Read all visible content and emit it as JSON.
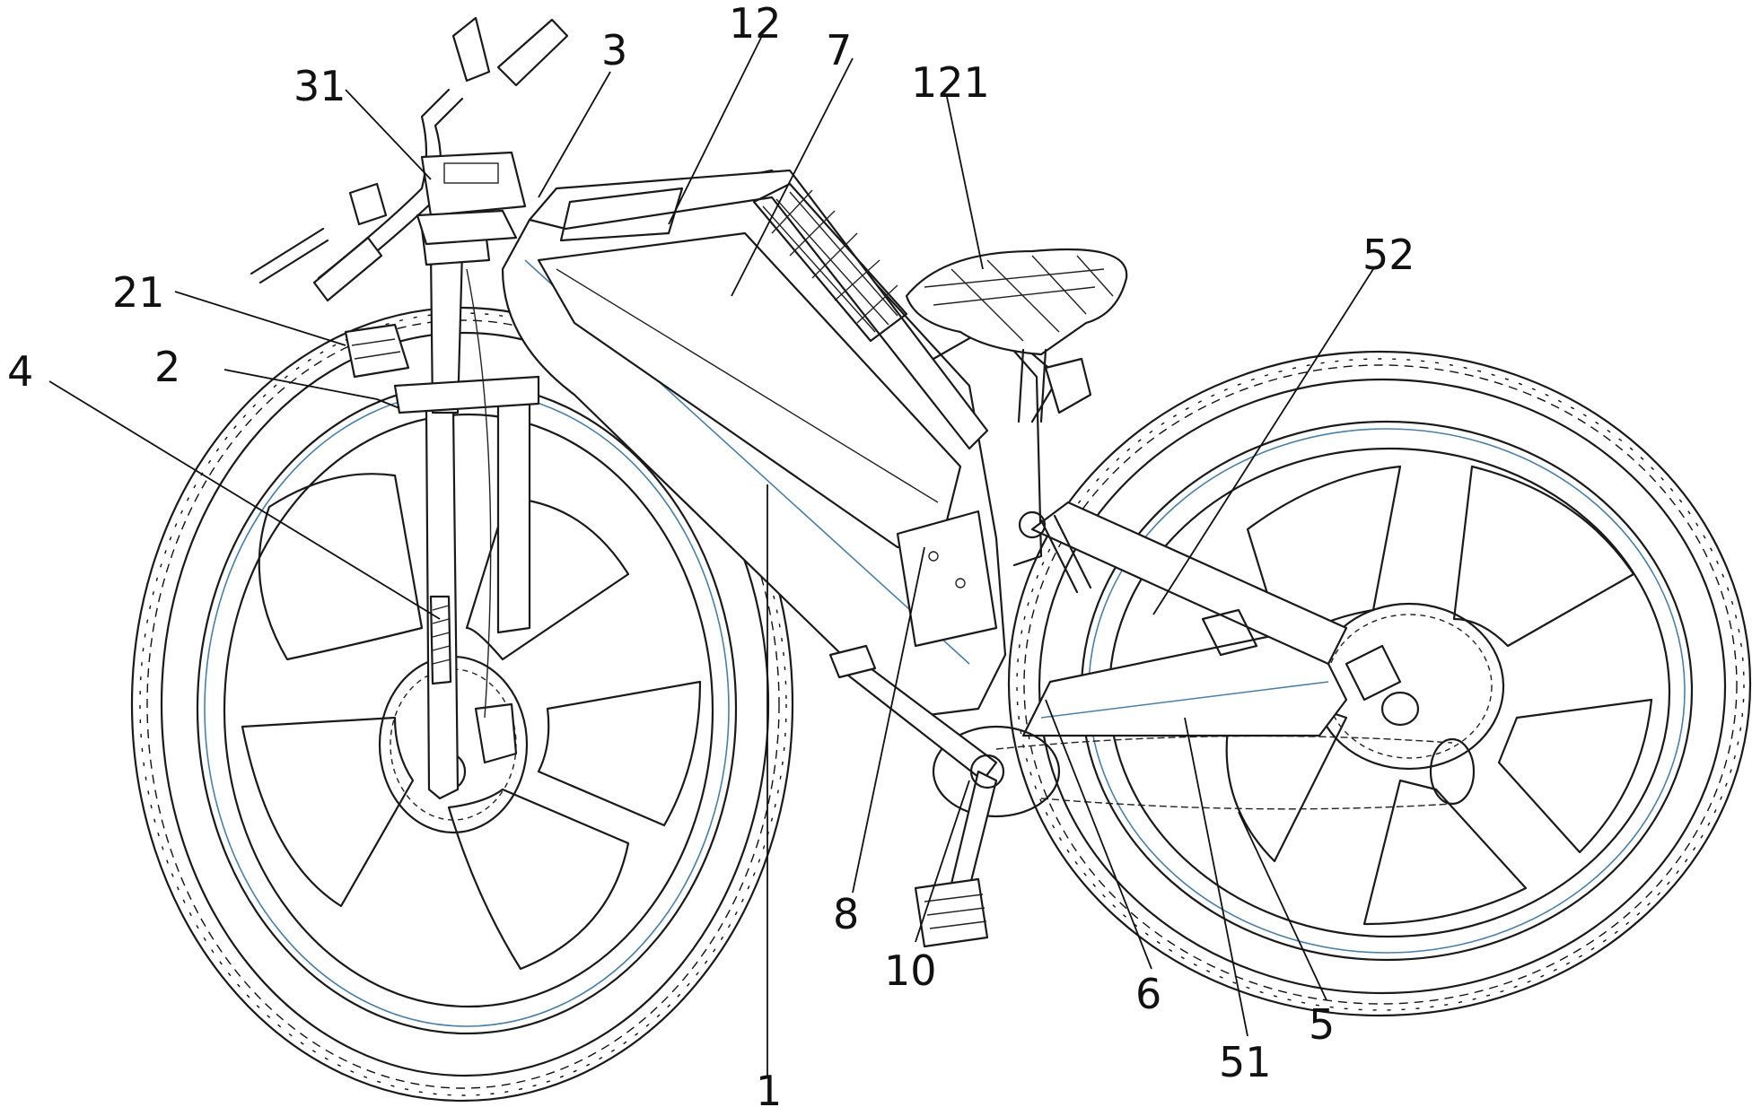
{
  "labels": {
    "l1": "1",
    "l2": "2",
    "l3": "3",
    "l4": "4",
    "l5": "5",
    "l6": "6",
    "l7": "7",
    "l8": "8",
    "l10": "10",
    "l12": "12",
    "l21": "21",
    "l31": "31",
    "l51": "51",
    "l52": "52",
    "l121": "121"
  }
}
